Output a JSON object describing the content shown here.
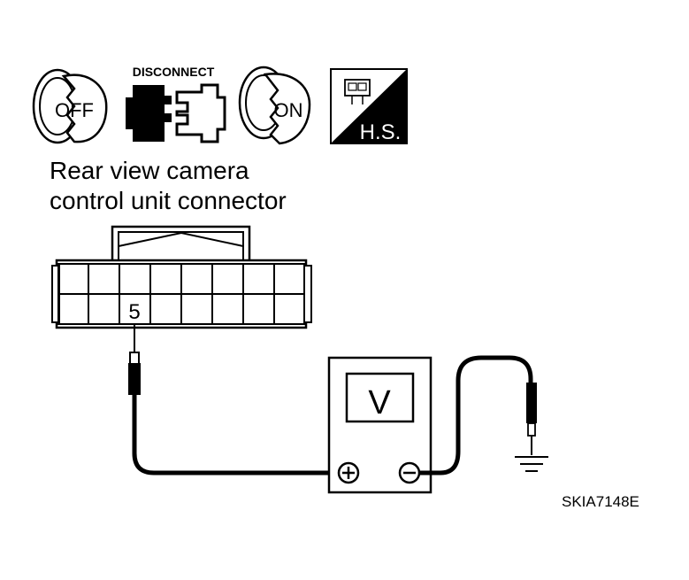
{
  "icons": {
    "ignition_off": "OFF",
    "disconnect": "DISCONNECT",
    "ignition_on": "ON",
    "harness_side": "H.S."
  },
  "connector": {
    "title_line1": "Rear view camera",
    "title_line2": "control unit connector",
    "terminal": "5"
  },
  "meter": {
    "display": "V",
    "positive": "+",
    "negative": "−"
  },
  "figure_code": "SKIA7148E"
}
